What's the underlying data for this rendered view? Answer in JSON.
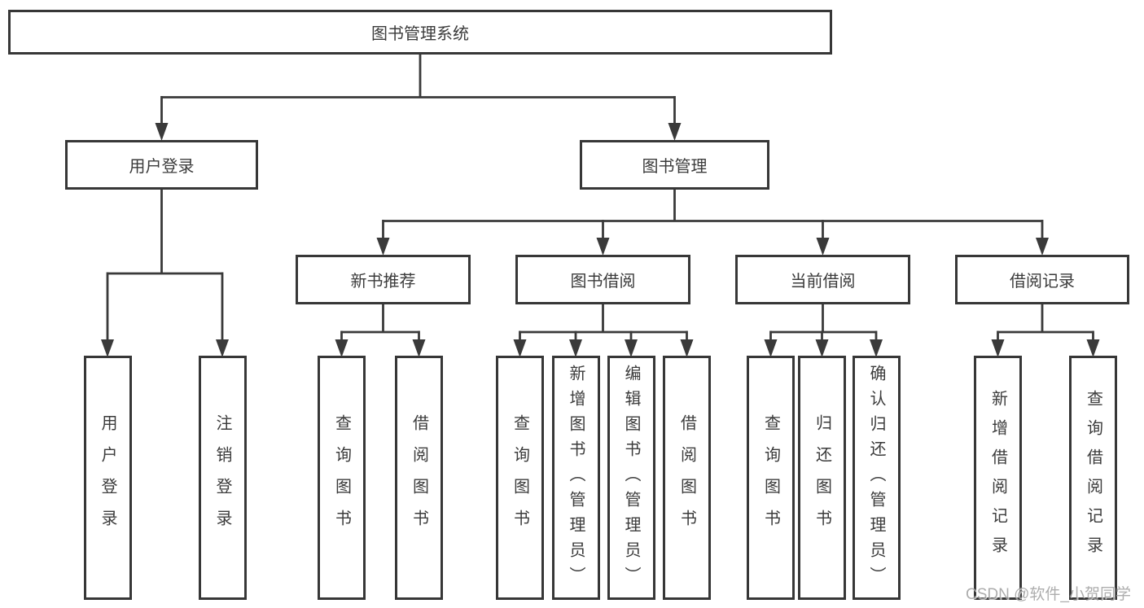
{
  "tree": {
    "root": {
      "label": "图书管理系统",
      "children": [
        {
          "label": "用户登录",
          "children": [
            {
              "label": "用户登录"
            },
            {
              "label": "注销登录"
            }
          ]
        },
        {
          "label": "图书管理",
          "children": [
            {
              "label": "新书推荐",
              "children": [
                {
                  "label": "查询图书"
                },
                {
                  "label": "借阅图书"
                }
              ]
            },
            {
              "label": "图书借阅",
              "children": [
                {
                  "label": "查询图书"
                },
                {
                  "label": "新增图书（管理员）"
                },
                {
                  "label": "编辑图书（管理员）"
                },
                {
                  "label": "借阅图书"
                }
              ]
            },
            {
              "label": "当前借阅",
              "children": [
                {
                  "label": "查询图书"
                },
                {
                  "label": "归还图书"
                },
                {
                  "label": "确认归还（管理员）"
                }
              ]
            },
            {
              "label": "借阅记录",
              "children": [
                {
                  "label": "新增借阅记录"
                },
                {
                  "label": "查询借阅记录"
                }
              ]
            }
          ]
        }
      ]
    }
  },
  "colors": {
    "line": "#3a3a3a",
    "border": "#373737",
    "text": "#3b3b3b",
    "watermark_text": "#9f9f9f"
  },
  "watermark": "CSDN @软件_小贺同学"
}
